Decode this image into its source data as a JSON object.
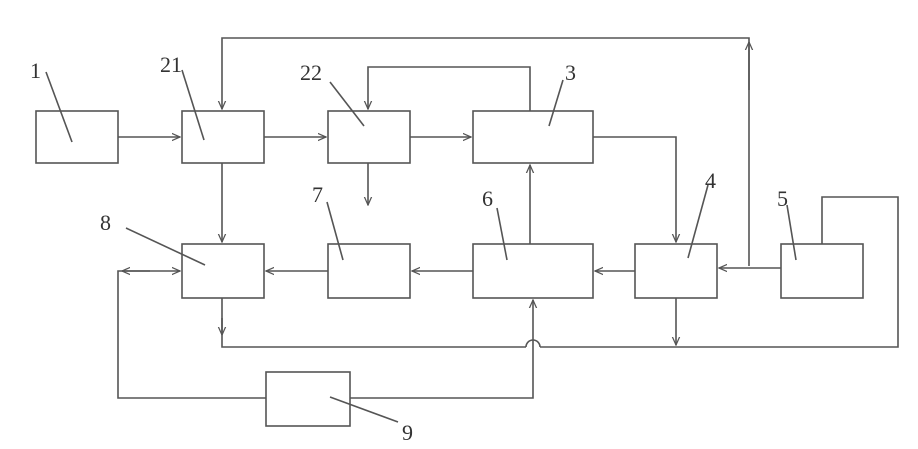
{
  "diagram": {
    "labels": {
      "b1": "1",
      "b21": "21",
      "b22": "22",
      "b3": "3",
      "b4": "4",
      "b5": "5",
      "b6": "6",
      "b7": "7",
      "b8": "8",
      "b9": "9"
    },
    "colors": {
      "line": "#555555",
      "text": "#333333",
      "background": "#ffffff"
    }
  }
}
